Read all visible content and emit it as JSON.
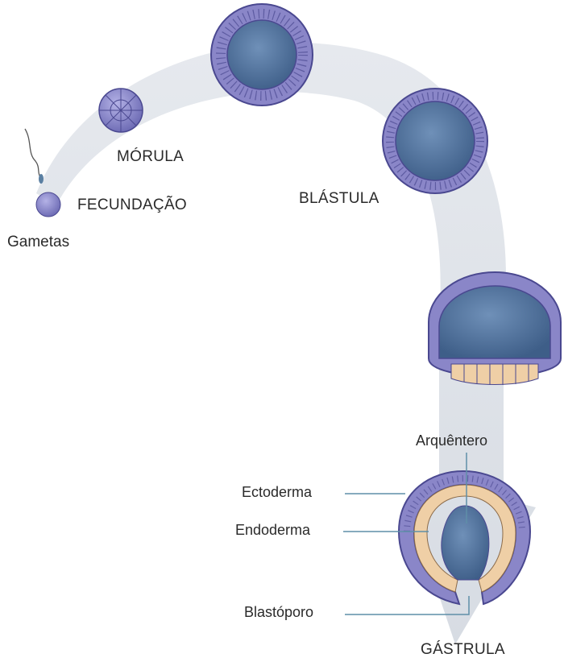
{
  "labels": {
    "gametas": "Gametas",
    "fecundacao": "FECUNDAÇÃO",
    "morula": "MÓRULA",
    "blastula": "BLÁSTULA",
    "arquentero": "Arquêntero",
    "ectoderma": "Ectoderma",
    "endoderma": "Endoderma",
    "blastoporo": "Blastóporo",
    "gastrula": "GÁSTRULA"
  },
  "colors": {
    "arrow": "#dfe3e8",
    "cell_outer": "#8a86c8",
    "cell_line": "#4a4890",
    "cavity": "#4f6f99",
    "endoderm": "#efcfa6",
    "leader": "#5f8fa8"
  }
}
